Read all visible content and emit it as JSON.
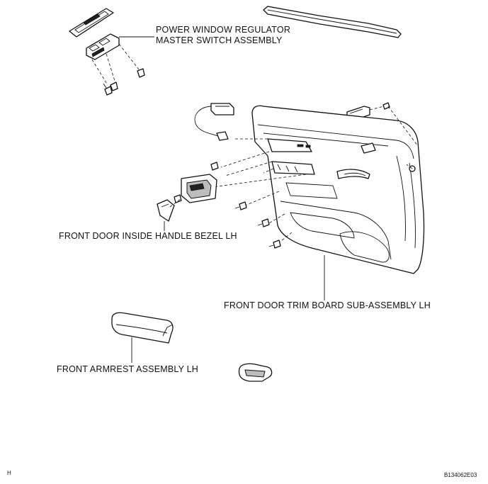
{
  "labels": {
    "power_window_line1": "POWER WINDOW REGULATOR",
    "power_window_line2": "MASTER SWITCH ASSEMBLY",
    "inside_handle_bezel": "FRONT DOOR INSIDE HANDLE BEZEL LH",
    "trim_board": "FRONT DOOR TRIM BOARD SUB-ASSEMBLY LH",
    "armrest": "FRONT ARMREST ASSEMBLY LH"
  },
  "corner_marks": {
    "left": "H",
    "right": "B134062E03"
  }
}
